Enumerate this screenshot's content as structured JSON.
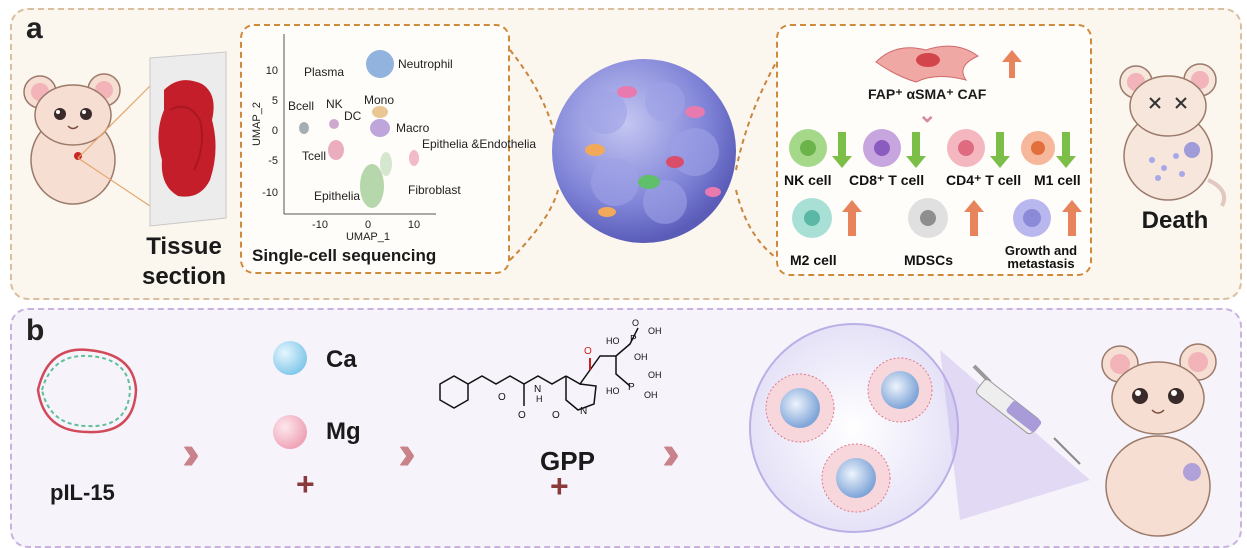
{
  "panel_a": {
    "letter": "a",
    "tissue_label": "Tissue section",
    "umap": {
      "clusters": [
        "Plasma",
        "Neutrophil",
        "NK",
        "Bcell",
        "DC",
        "Mono",
        "Macro",
        "Tcell",
        "Epithelia &Endothelia",
        "Epithelia",
        "Fibroblast"
      ],
      "y_ticks": [
        "10",
        "5",
        "0",
        "-5",
        "-10"
      ],
      "x_ticks": [
        "-10",
        "0",
        "10"
      ],
      "xlabel": "UMAP_1",
      "ylabel": "UMAP_2",
      "caption": "Single-cell sequencing"
    },
    "caf_label": "FAP⁺ αSMA⁺ CAF",
    "cells_row1": [
      "NK cell",
      "CD8⁺ T cell",
      "CD4⁺ T cell",
      "M1 cell"
    ],
    "cells_row2": [
      "M2 cell",
      "MDSCs",
      "Growth and metastasis"
    ],
    "death_label": "Death"
  },
  "panel_b": {
    "letter": "b",
    "plasmid_label": "pIL-15",
    "ion1": "Ca",
    "ion2": "Mg",
    "plus": "+",
    "gpp_label": "GPP",
    "chem_labels": [
      "O",
      "OH",
      "P",
      "HO",
      "OH",
      "OH",
      "P",
      "HO",
      "OH",
      "O",
      "O",
      "N",
      "H",
      "O",
      "N",
      "O"
    ]
  },
  "colors": {
    "panel_a_bg": "#fbf6ee",
    "panel_b_bg": "#f7f3fb",
    "inset_border": "#d08a3c",
    "up_arrow": "#e8845c",
    "down_arrow": "#7cbf48"
  }
}
